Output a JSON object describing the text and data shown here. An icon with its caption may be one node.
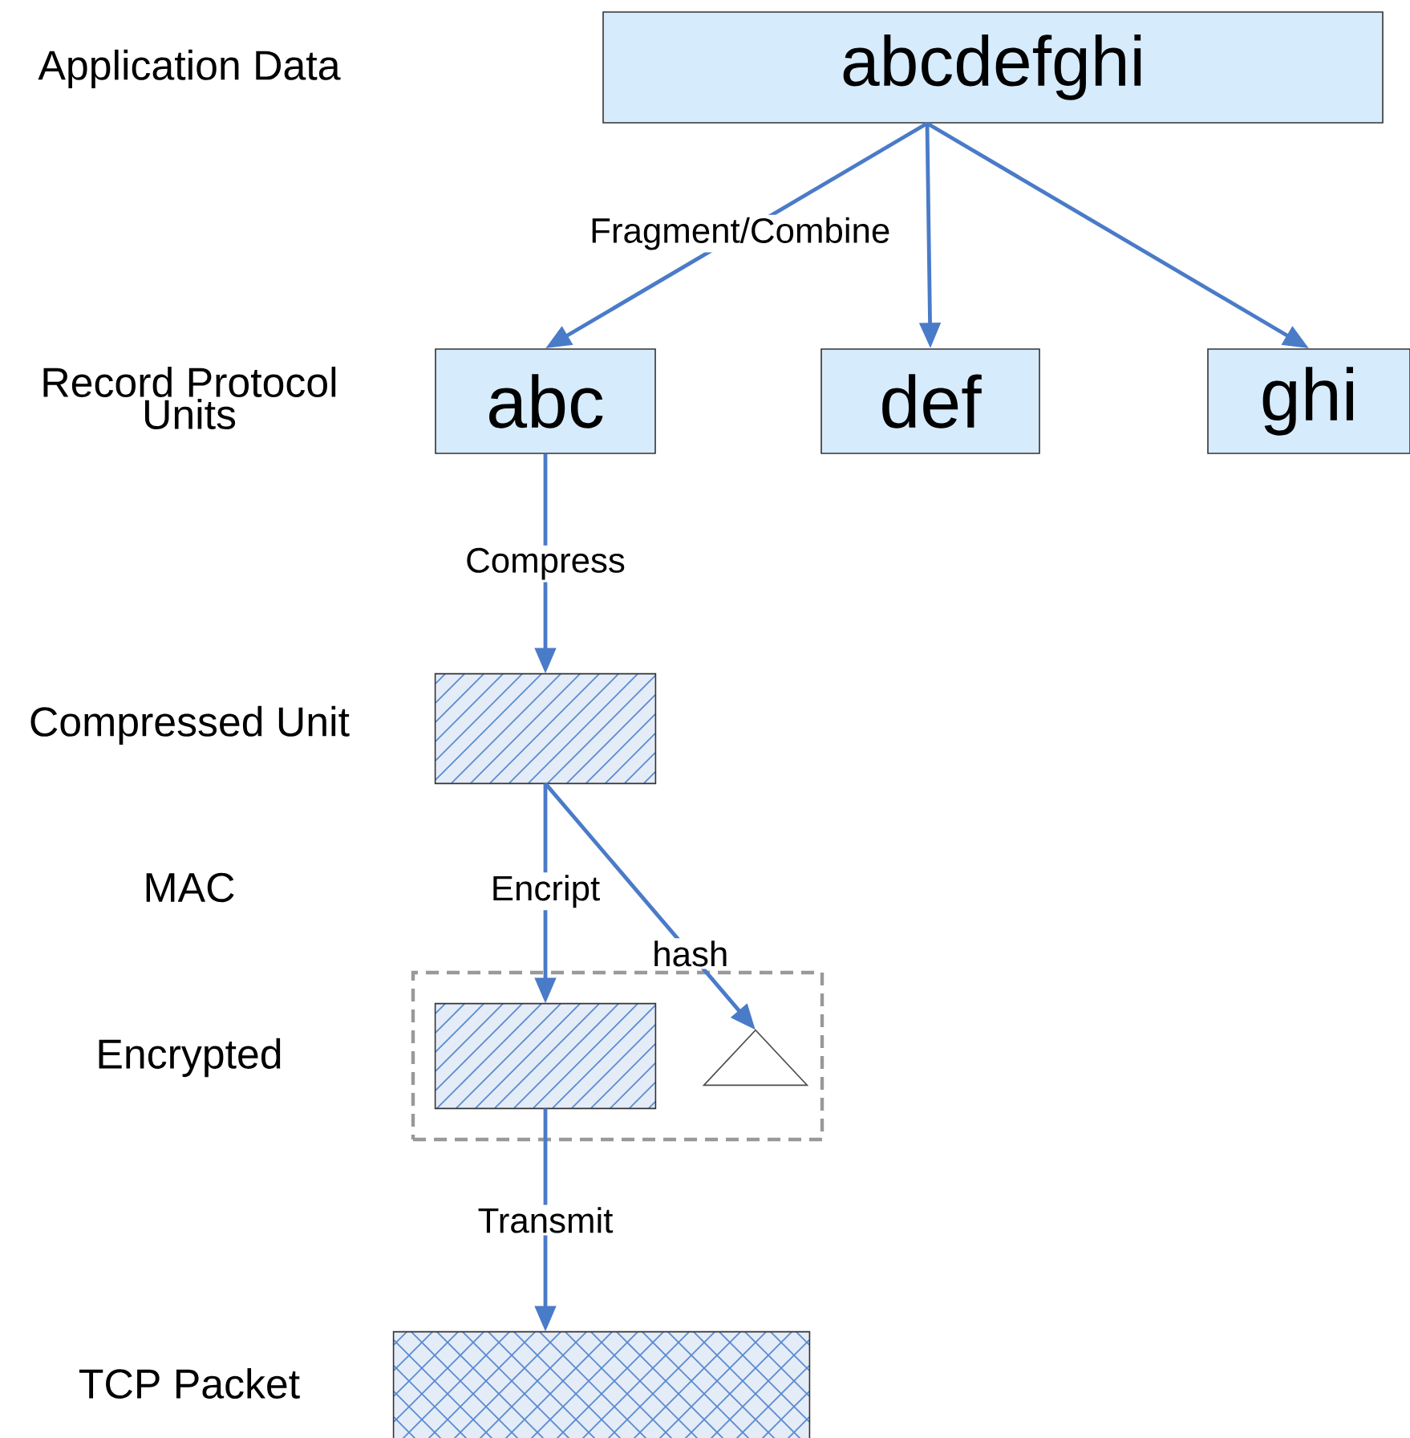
{
  "diagram": {
    "nodes": [
      {
        "text": [
          "abcdefghi"
        ]
      },
      {
        "text": [
          "abc"
        ]
      },
      {
        "text": [
          "def"
        ]
      },
      {
        "text": [
          "ghi"
        ]
      },
      {
        "text": [],
        "shape": "box"
      },
      {
        "text": [],
        "shape": "box"
      },
      {
        "text": [],
        "shape": "box",
        "in": 5
      },
      {
        "text": [],
        "shape": "triangle",
        "in": 5
      },
      {
        "text": [],
        "shape": "box"
      }
    ],
    "edges": [
      {
        "from": 0,
        "to": 1,
        "arrow": "to",
        "label": "Fragment/Combine"
      },
      {
        "from": 0,
        "to": 2,
        "arrow": "to"
      },
      {
        "from": 0,
        "to": 3,
        "arrow": "to"
      },
      {
        "from": 1,
        "to": 4,
        "arrow": "to",
        "label": "Compress"
      },
      {
        "from": 4,
        "to": 6,
        "arrow": "to",
        "label": "Encript"
      },
      {
        "from": 4,
        "to": 7,
        "arrow": "to",
        "label": "hash"
      },
      {
        "from": 6,
        "to": 8,
        "arrow": "to",
        "label": "Transmit"
      }
    ],
    "labels": [
      "Application Data",
      "Record Protocol Units",
      "Compressed Unit",
      "MAC",
      "Encrypted",
      "TCP Packet"
    ]
  }
}
